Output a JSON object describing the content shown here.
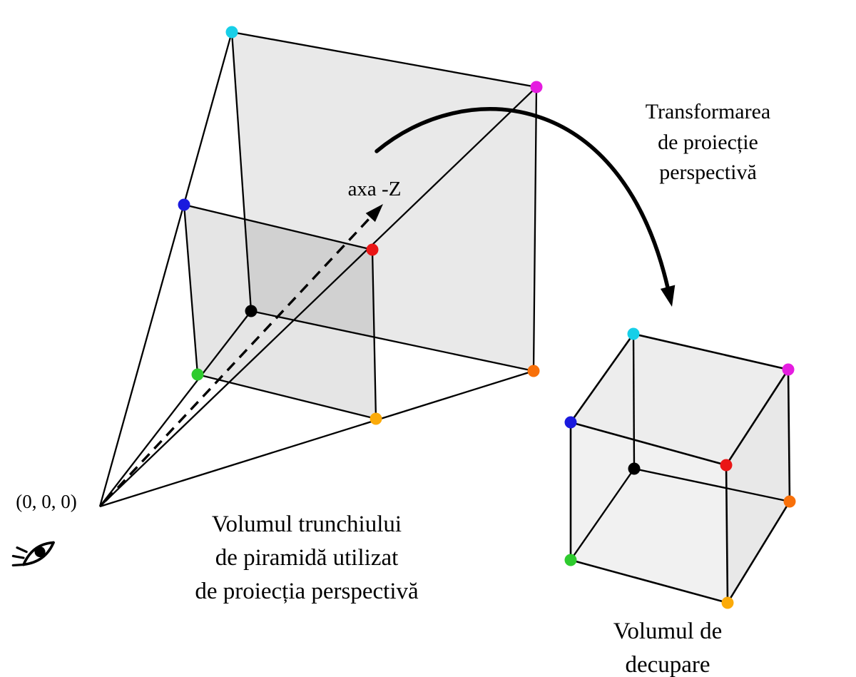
{
  "labels": {
    "origin": "(0, 0, 0)",
    "axis": "axa -Z",
    "transform": [
      "Transformarea",
      "de proiecție",
      "perspectivă"
    ],
    "frustum": [
      "Volumul trunchiului",
      "de piramidă utilizat",
      "de proiecția perspectivă"
    ],
    "clip": [
      "Volumul de",
      "decupare"
    ]
  },
  "colors": {
    "cyan": "#17cfe8",
    "magenta": "#e51ce0",
    "blue": "#1a1ade",
    "red": "#ea1616",
    "green": "#2ecb2e",
    "orange": "#f8700a",
    "amber": "#fbaa09",
    "black": "#000000",
    "line": "#000000"
  }
}
